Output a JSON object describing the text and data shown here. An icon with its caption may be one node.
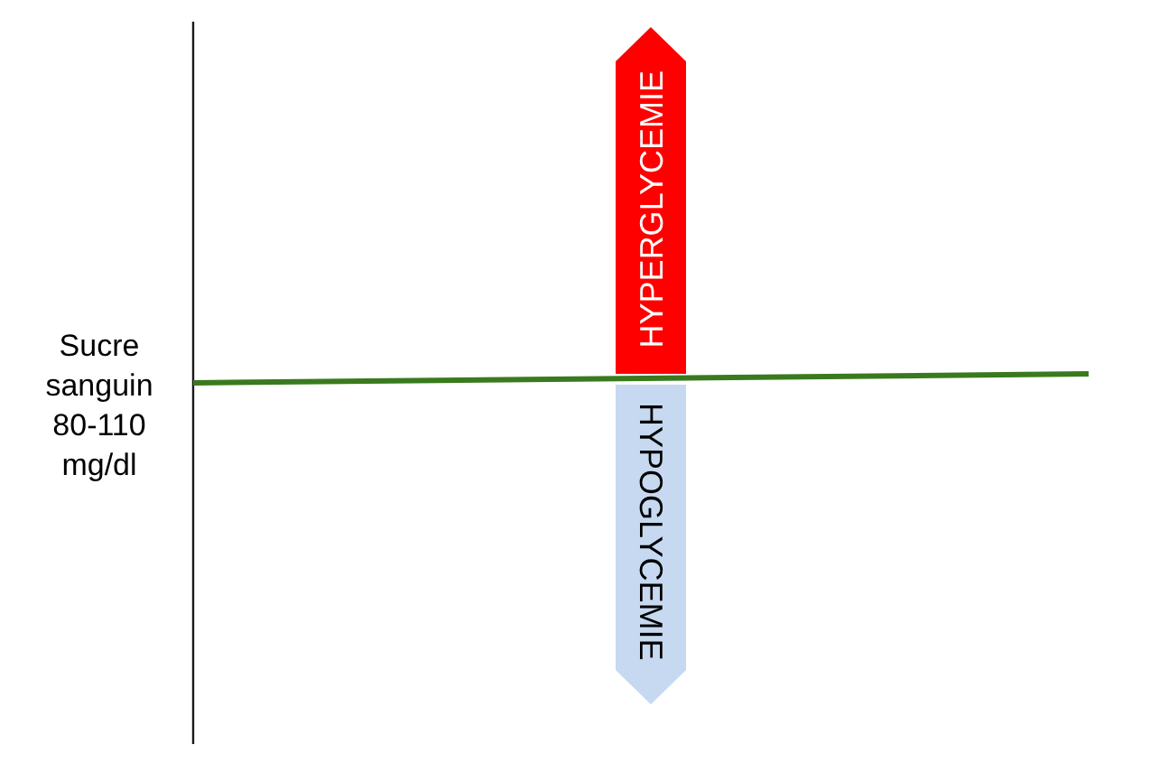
{
  "diagram": {
    "nodes": [
      {
        "text": [
          "HYPERGLYCEMIE"
        ]
      },
      {
        "text": [
          "HYPOGLYCEMIE"
        ]
      }
    ],
    "labels": [
      "Sucre sanguin 80-110 mg/dl"
    ]
  }
}
